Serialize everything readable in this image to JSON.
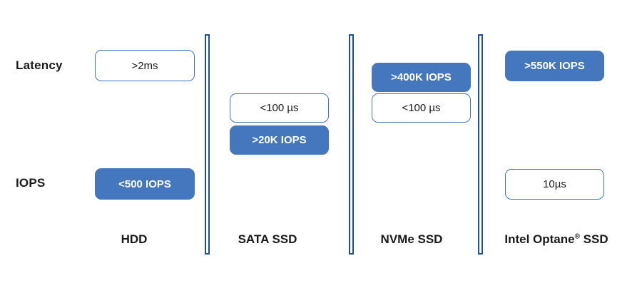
{
  "chart_data": {
    "type": "table",
    "title": "",
    "xlabel": "",
    "ylabel": "",
    "row_labels": [
      "Latency",
      "IOPS"
    ],
    "categories": [
      "HDD",
      "SATA SSD",
      "NVMe SSD",
      "Intel Optane® SSD"
    ],
    "series": [
      {
        "name": "Latency",
        "values": [
          ">2ms",
          "<100 µs",
          "<100 µs",
          "10µs"
        ]
      },
      {
        "name": "IOPS",
        "values": [
          "<500 IOPS",
          ">20K IOPS",
          ">400K IOPS",
          ">550K IOPS"
        ]
      }
    ],
    "legend": [],
    "grid": false
  },
  "colors": {
    "fill_blue": "#4477BE",
    "outline_blue": "#3F76C4",
    "divider_blue": "#1F4E9C",
    "text_dark": "#1a1a1a",
    "background": "#ffffff"
  },
  "row_labels": {
    "latency": "Latency",
    "iops": "IOPS"
  },
  "columns": [
    {
      "caption": "HDD",
      "pills": [
        {
          "text": ">2ms",
          "style": "outline",
          "metric": "latency"
        },
        {
          "text": "<500 IOPS",
          "style": "filled",
          "metric": "iops"
        }
      ]
    },
    {
      "caption": "SATA SSD",
      "pills": [
        {
          "text": "<100 µs",
          "style": "outline",
          "metric": "latency"
        },
        {
          "text": ">20K IOPS",
          "style": "filled",
          "metric": "iops"
        }
      ]
    },
    {
      "caption": "NVMe SSD",
      "pills": [
        {
          "text": ">400K IOPS",
          "style": "filled",
          "metric": "iops"
        },
        {
          "text": "<100 µs",
          "style": "outline",
          "metric": "latency"
        }
      ]
    },
    {
      "caption_prefix": "Intel Optane",
      "caption_mark": "®",
      "caption_suffix": " SSD",
      "caption": "Intel Optane® SSD",
      "pills": [
        {
          "text": ">550K IOPS",
          "style": "filled",
          "metric": "iops"
        },
        {
          "text": "10µs",
          "style": "outline",
          "metric": "latency"
        }
      ]
    }
  ]
}
